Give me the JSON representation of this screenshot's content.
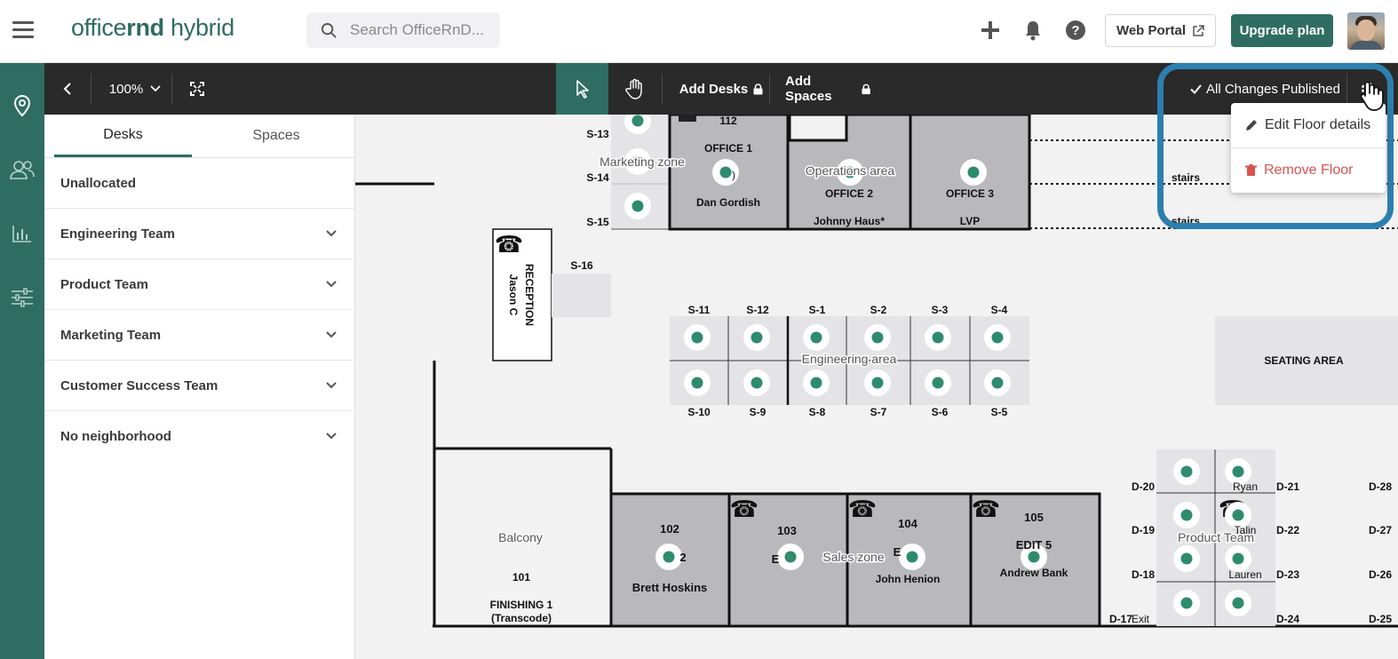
{
  "header": {
    "logo_part1": "office",
    "logo_bold": "rnd",
    "logo_part2": " hybrid",
    "search_placeholder": "Search OfficeRnD...",
    "web_portal_label": "Web Portal",
    "upgrade_label": "Upgrade plan",
    "icons": [
      "menu-icon",
      "search-icon",
      "plus-icon",
      "bell-icon",
      "help-icon",
      "external-link-icon"
    ]
  },
  "rail": {
    "items": [
      "location-pin-icon",
      "people-icon",
      "analytics-icon",
      "settings-sliders-icon"
    ],
    "accent": "#2f6d62"
  },
  "toolbar": {
    "zoom": "100%",
    "add_desks_label": "Add Desks",
    "add_spaces_label": "Add Spaces",
    "published_label": "All Changes Published"
  },
  "panel": {
    "tabs": [
      {
        "label": "Desks",
        "active": true
      },
      {
        "label": "Spaces",
        "active": false
      }
    ],
    "groups": [
      {
        "label": "Unallocated",
        "expandable": false
      },
      {
        "label": "Engineering Team",
        "expandable": true
      },
      {
        "label": "Product Team",
        "expandable": true
      },
      {
        "label": "Marketing Team",
        "expandable": true
      },
      {
        "label": "Customer Success Team",
        "expandable": true
      },
      {
        "label": "No neighborhood",
        "expandable": true
      }
    ]
  },
  "menu": {
    "edit_label": "Edit Floor details",
    "remove_label": "Remove Floor",
    "remove_color": "#d9534f"
  },
  "floorplan": {
    "labels": {
      "s13": "S-13",
      "s14": "S-14",
      "s15": "S-15",
      "s16": "S-16",
      "marketing_zone": "Marketing zone",
      "office112": "112",
      "office1": "OFFICE 1",
      "office1_paren": "­)",
      "dan": "Dan Gordish",
      "operations": "Operations area",
      "office2": "OFFICE 2",
      "johnny": "Johnny Haus*",
      "office3": "OFFICE 3",
      "lvp": "LVP",
      "stairs1": "stairs",
      "stairs2": "stairs",
      "reception": "RECEPTION",
      "jason": "Jason C",
      "s11": "S-11",
      "s12": "S-12",
      "s1": "S-1",
      "s2": "S-2",
      "s3": "S-3",
      "s4": "S-4",
      "s10": "S-10",
      "s9": "S-9",
      "s8": "S-8",
      "s7": "S-7",
      "s6": "S-6",
      "s5": "S-5",
      "engineering": "Engineering area",
      "seating": "SEATING AREA",
      "balcony": "Balcony",
      "b101": "101",
      "finishing": "FINISHING 1",
      "transcode": "(Transcode)",
      "o102": "102",
      "o102b": "2",
      "brett": "Brett Hoskins",
      "o103": "103",
      "o103b": "E",
      "sales": "Sales zone",
      "o104": "104",
      "o104b": "E",
      "john": "John Henion",
      "o105": "105",
      "o105b": "EDIT 5",
      "andrew": "Andrew Bank",
      "d20": "D-20",
      "d19": "D-19",
      "d18": "D-18",
      "d17": "D-17",
      "exit": "Exit",
      "d21": "D-21",
      "d22": "D-22",
      "d23": "D-23",
      "d24": "D-24",
      "d28": "D-28",
      "d27": "D-27",
      "d26": "D-26",
      "d25": "D-25",
      "ryan": "Ryan",
      "talin": "Talin",
      "lauren": "Lauren",
      "product": "Product Team"
    }
  }
}
